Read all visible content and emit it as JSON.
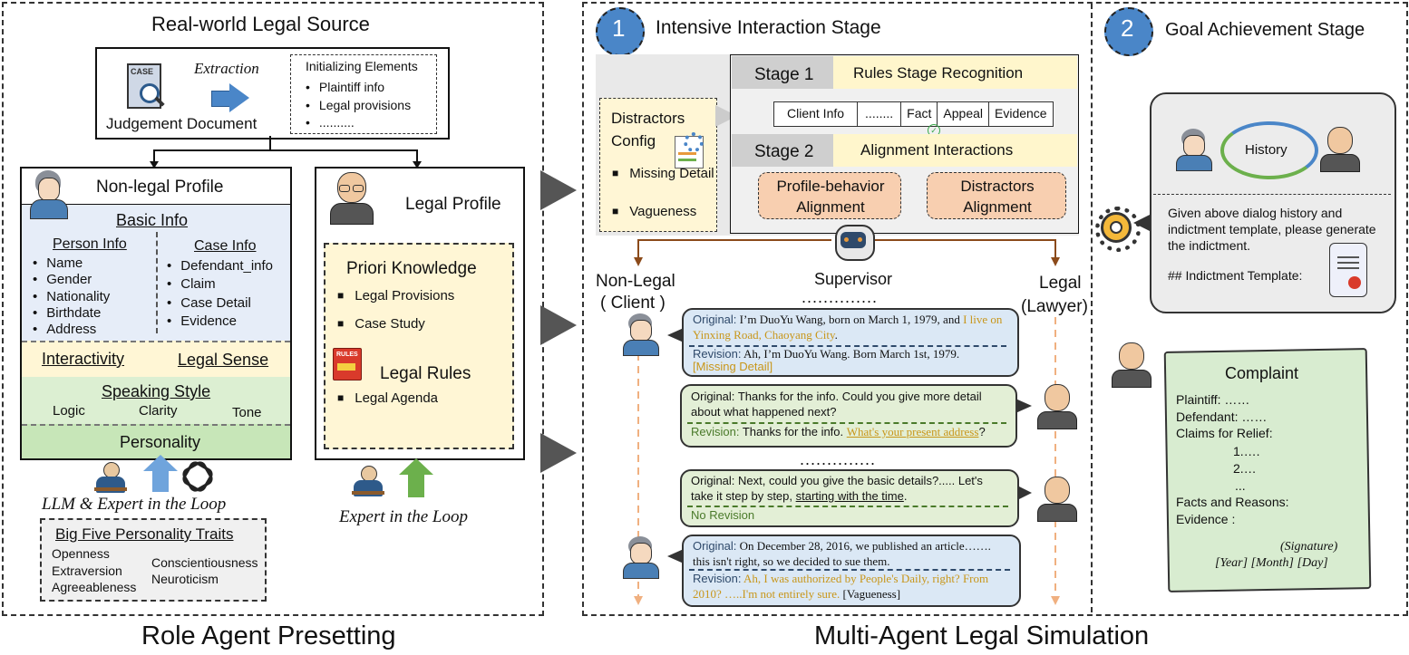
{
  "left": {
    "source_title": "Real-world Legal Source",
    "judgement_doc": "Judgement Document",
    "case_icon_text": "CASE",
    "extraction": "Extraction",
    "init_title": "Initializing Elements",
    "init_items": [
      "Plaintiff info",
      "Legal provisions",
      ".........."
    ],
    "nonlegal_title": "Non-legal Profile",
    "basic_info": "Basic Info",
    "person_info": "Person Info",
    "person_items": [
      "Name",
      "Gender",
      "Nationality",
      "Birthdate",
      "Address"
    ],
    "case_info": "Case Info",
    "case_items": [
      "Defendant_info",
      "Claim",
      "Case Detail",
      "Evidence"
    ],
    "interactivity": "Interactivity",
    "legal_sense": "Legal Sense",
    "speaking_style": "Speaking Style",
    "style_items": [
      "Logic",
      "Clarity",
      "Tone"
    ],
    "personality": "Personality",
    "llm_loop": "LLM & Expert in the Loop",
    "big_five_title": "Big Five Personality Traits",
    "big_five_left": [
      "Openness",
      "Extraversion",
      "Agreeableness"
    ],
    "big_five_right": [
      "Conscientiousness",
      "Neuroticism"
    ],
    "legal_profile": "Legal Profile",
    "priori": "Priori Knowledge",
    "priori_items": [
      "Legal Provisions",
      "Case Study"
    ],
    "rules_icon_text": "RULES",
    "legal_rules": "Legal Rules",
    "rules_items": [
      "Legal Agenda"
    ],
    "expert_loop": "Expert in the Loop",
    "bottom_caption": "Role Agent Presetting"
  },
  "middle": {
    "stage_num": "1",
    "stage_title": "Intensive Interaction Stage",
    "distractors_title": "Distractors Config",
    "distractors_items": [
      "Missing Detail",
      "Vagueness"
    ],
    "stage1": "Stage 1",
    "stage1_name": "Rules Stage Recognition",
    "stage_cells": [
      "Client Info",
      "........",
      "Fact",
      "Appeal",
      "Evidence"
    ],
    "stage2": "Stage 2",
    "stage2_name": "Alignment Interactions",
    "align1": "Profile-behavior Alignment",
    "align2": "Distractors Alignment",
    "supervisor": "Supervisor",
    "nonlegal": "Non-Legal",
    "client": "( Client )",
    "legal": "Legal",
    "lawyer": "(Lawyer)",
    "dots": "..............",
    "b1": {
      "orig_label": "Original:",
      "orig_text": "I’m DuoYu Wang, born on March 1, 1979, and",
      "orig_hl": "I live on Yinxing Road, Chaoyang City",
      "orig_end": ".",
      "rev_label": "Revision:",
      "rev_text": "Ah, I’m DuoYu Wang. Born March 1st, 1979.",
      "tag": "[Missing Detail]"
    },
    "b2": {
      "orig_label": "Original:",
      "orig_text": "Thanks for the info. Could you give more detail about what happened next?",
      "rev_label": "Revision:",
      "rev_text": "Thanks for the info.",
      "rev_hl": "What's your present address",
      "rev_end": "?"
    },
    "b3": {
      "orig_label": "Original:",
      "orig_text": "Next, could you give the basic details?..... Let's take it step by step,",
      "orig_ul": "starting with the time",
      "orig_end": ".",
      "rev_text": "No Revision"
    },
    "b4": {
      "orig_label": "Original:",
      "orig_text": "On December 28, 2016, we published an article……. this isn't right, so we decided to sue them.",
      "rev_label": "Revision:",
      "rev_hl": "Ah, I was authorized by People's Daily, right? From 2010? …..I'm not entirely sure.",
      "tag": "[Vagueness]"
    },
    "bottom_caption": "Multi-Agent Legal Simulation"
  },
  "right": {
    "stage_num": "2",
    "stage_title": "Goal Achievement Stage",
    "history": "History",
    "prompt": "Given above dialog history and indictment template, please generate the indictment.",
    "template": "## Indictment Template:",
    "complaint_title": "Complaint",
    "complaint_lines": [
      "Plaintiff: ……",
      "Defendant: ……",
      "Claims for Relief:",
      "1.….",
      "2.…",
      "...",
      "Facts and Reasons:",
      "Evidence :"
    ],
    "signature": "(Signature)",
    "date": "[Year] [Month] [Day]"
  },
  "colors": {
    "blue_box": "#e6edf8",
    "yellow_box": "#fff6d5",
    "green_box": "#d8ecd0",
    "peach": "#f8cfb0",
    "gray": "#e8e8e8",
    "stage_num_bg": "#4a86c8",
    "arrow_brown": "#8b4a1a"
  }
}
